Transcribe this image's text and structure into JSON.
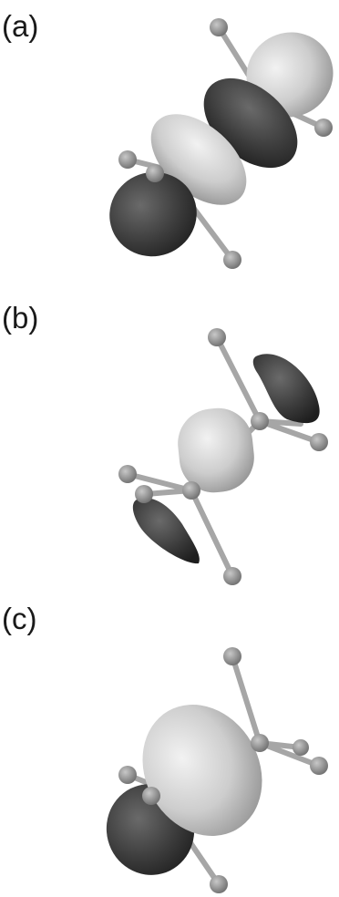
{
  "panels": [
    {
      "label": "(a)"
    },
    {
      "label": "(b)"
    },
    {
      "label": "(c)"
    }
  ],
  "colors": {
    "lobe_light": "#cfcfcf",
    "lobe_dark": "#3c3c3c",
    "atom": "#9a9a9a",
    "bond": "#a8a8a8",
    "background": "#ffffff"
  }
}
